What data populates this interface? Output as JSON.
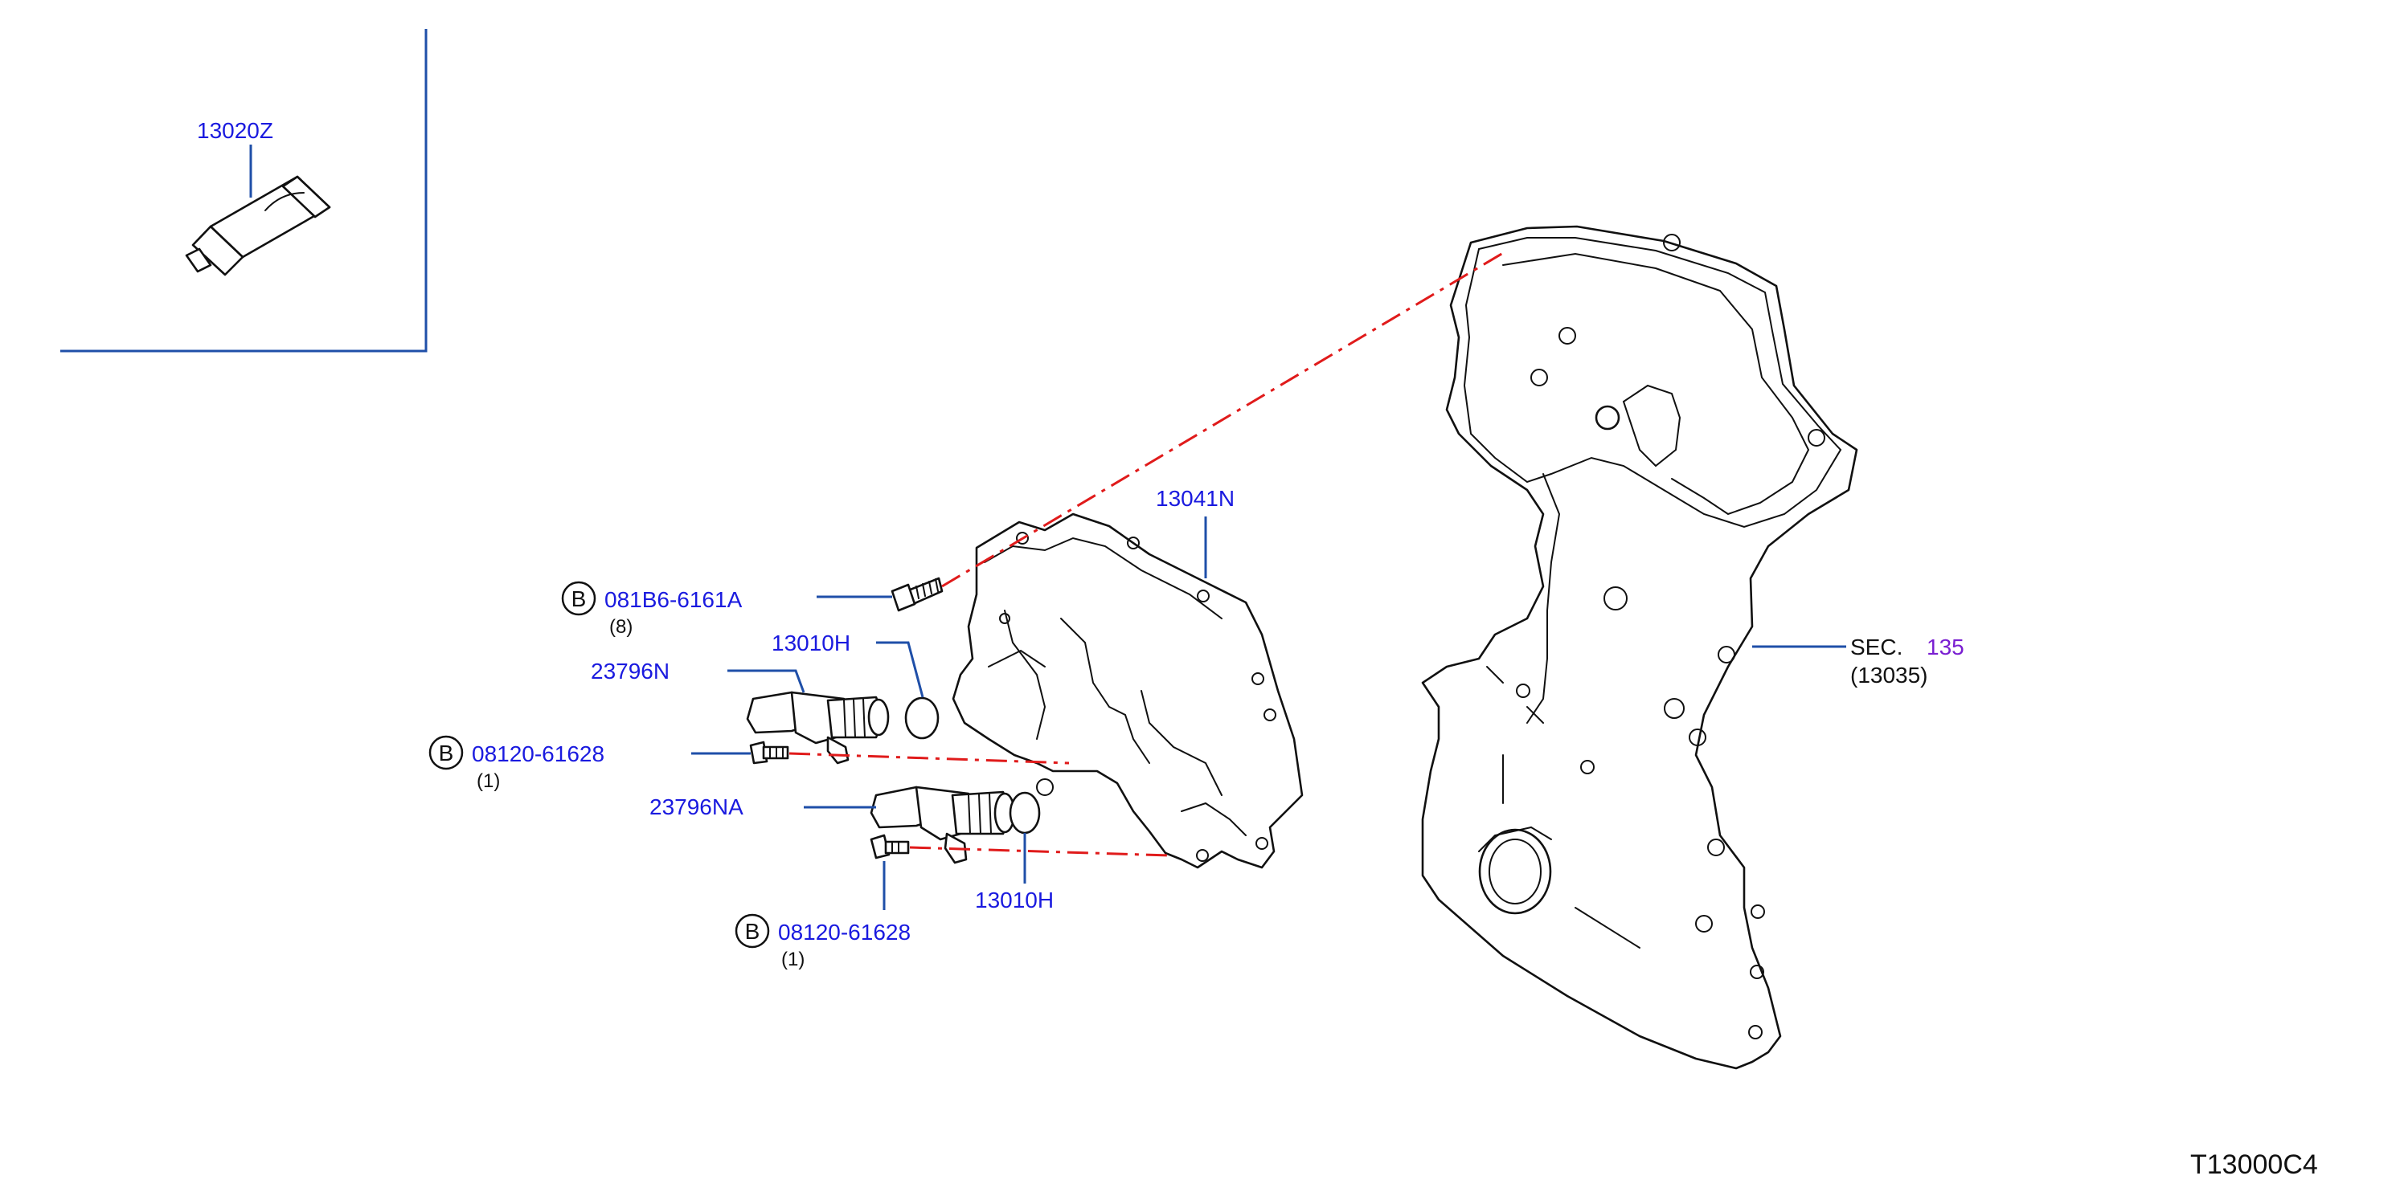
{
  "diagram_id": "T13000C4",
  "colors": {
    "part_number": "#1a1adf",
    "leader_line": "#1f4fa8",
    "alignment_line": "#e01b1b",
    "section_number": "#7a1fd1",
    "drawing": "#111111"
  },
  "callouts": [
    {
      "id": "sealant",
      "part_no": "13020Z"
    },
    {
      "id": "front-cover-gasket",
      "part_no": "13041N"
    },
    {
      "id": "bolt-cover",
      "marker": "B",
      "part_no": "081B6-6161A",
      "qty": "(8)"
    },
    {
      "id": "o-ring-upper",
      "part_no": "13010H"
    },
    {
      "id": "solenoid-upper",
      "part_no": "23796N"
    },
    {
      "id": "bolt-solenoid-upper",
      "marker": "B",
      "part_no": "08120-61628",
      "qty": "(1)"
    },
    {
      "id": "solenoid-lower",
      "part_no": "23796NA"
    },
    {
      "id": "o-ring-lower",
      "part_no": "13010H"
    },
    {
      "id": "bolt-solenoid-lower",
      "marker": "B",
      "part_no": "08120-61628",
      "qty": "(1)"
    }
  ],
  "section_ref": {
    "prefix": "SEC.",
    "number": "135",
    "sub": "(13035)"
  }
}
